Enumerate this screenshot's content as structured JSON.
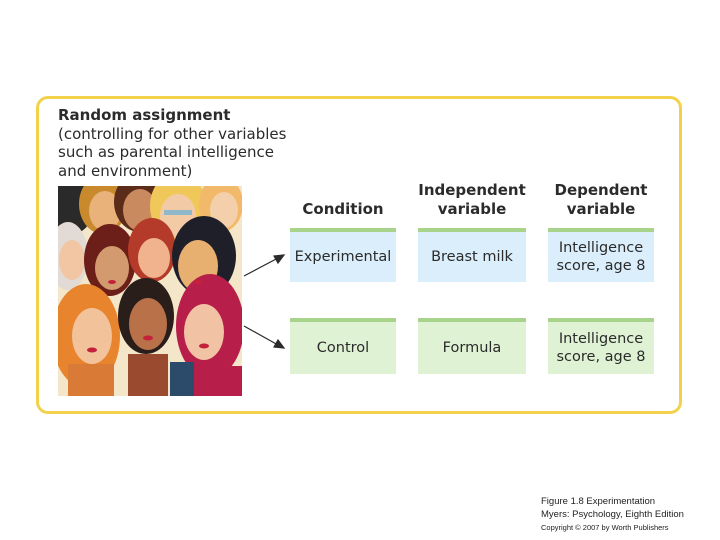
{
  "intro": {
    "title": "Random assignment",
    "lines": [
      "(controlling for other variables",
      "such as parental intelligence",
      "and environment)"
    ]
  },
  "headers": {
    "condition": "Condition",
    "independent": [
      "Independent",
      "variable"
    ],
    "dependent": [
      "Dependent",
      "variable"
    ]
  },
  "rows": [
    {
      "condition": "Experimental",
      "independent": "Breast milk",
      "dependent": [
        "Intelligence",
        "score, age 8"
      ]
    },
    {
      "condition": "Control",
      "independent": "Formula",
      "dependent": [
        "Intelligence",
        "score, age 8"
      ]
    }
  ],
  "illustration": {
    "icon": "group-of-faces-illustration"
  },
  "colors": {
    "frame": "#f2d24a",
    "cell_blue": "#dbeefb",
    "cell_green": "#dff3d4",
    "cell_top": "#a7d48a"
  },
  "caption": {
    "line1": "Figure 1.8  Experimentation",
    "line2": "Myers: Psychology, Eighth Edition",
    "line3": "Copyright © 2007 by Worth Publishers"
  }
}
